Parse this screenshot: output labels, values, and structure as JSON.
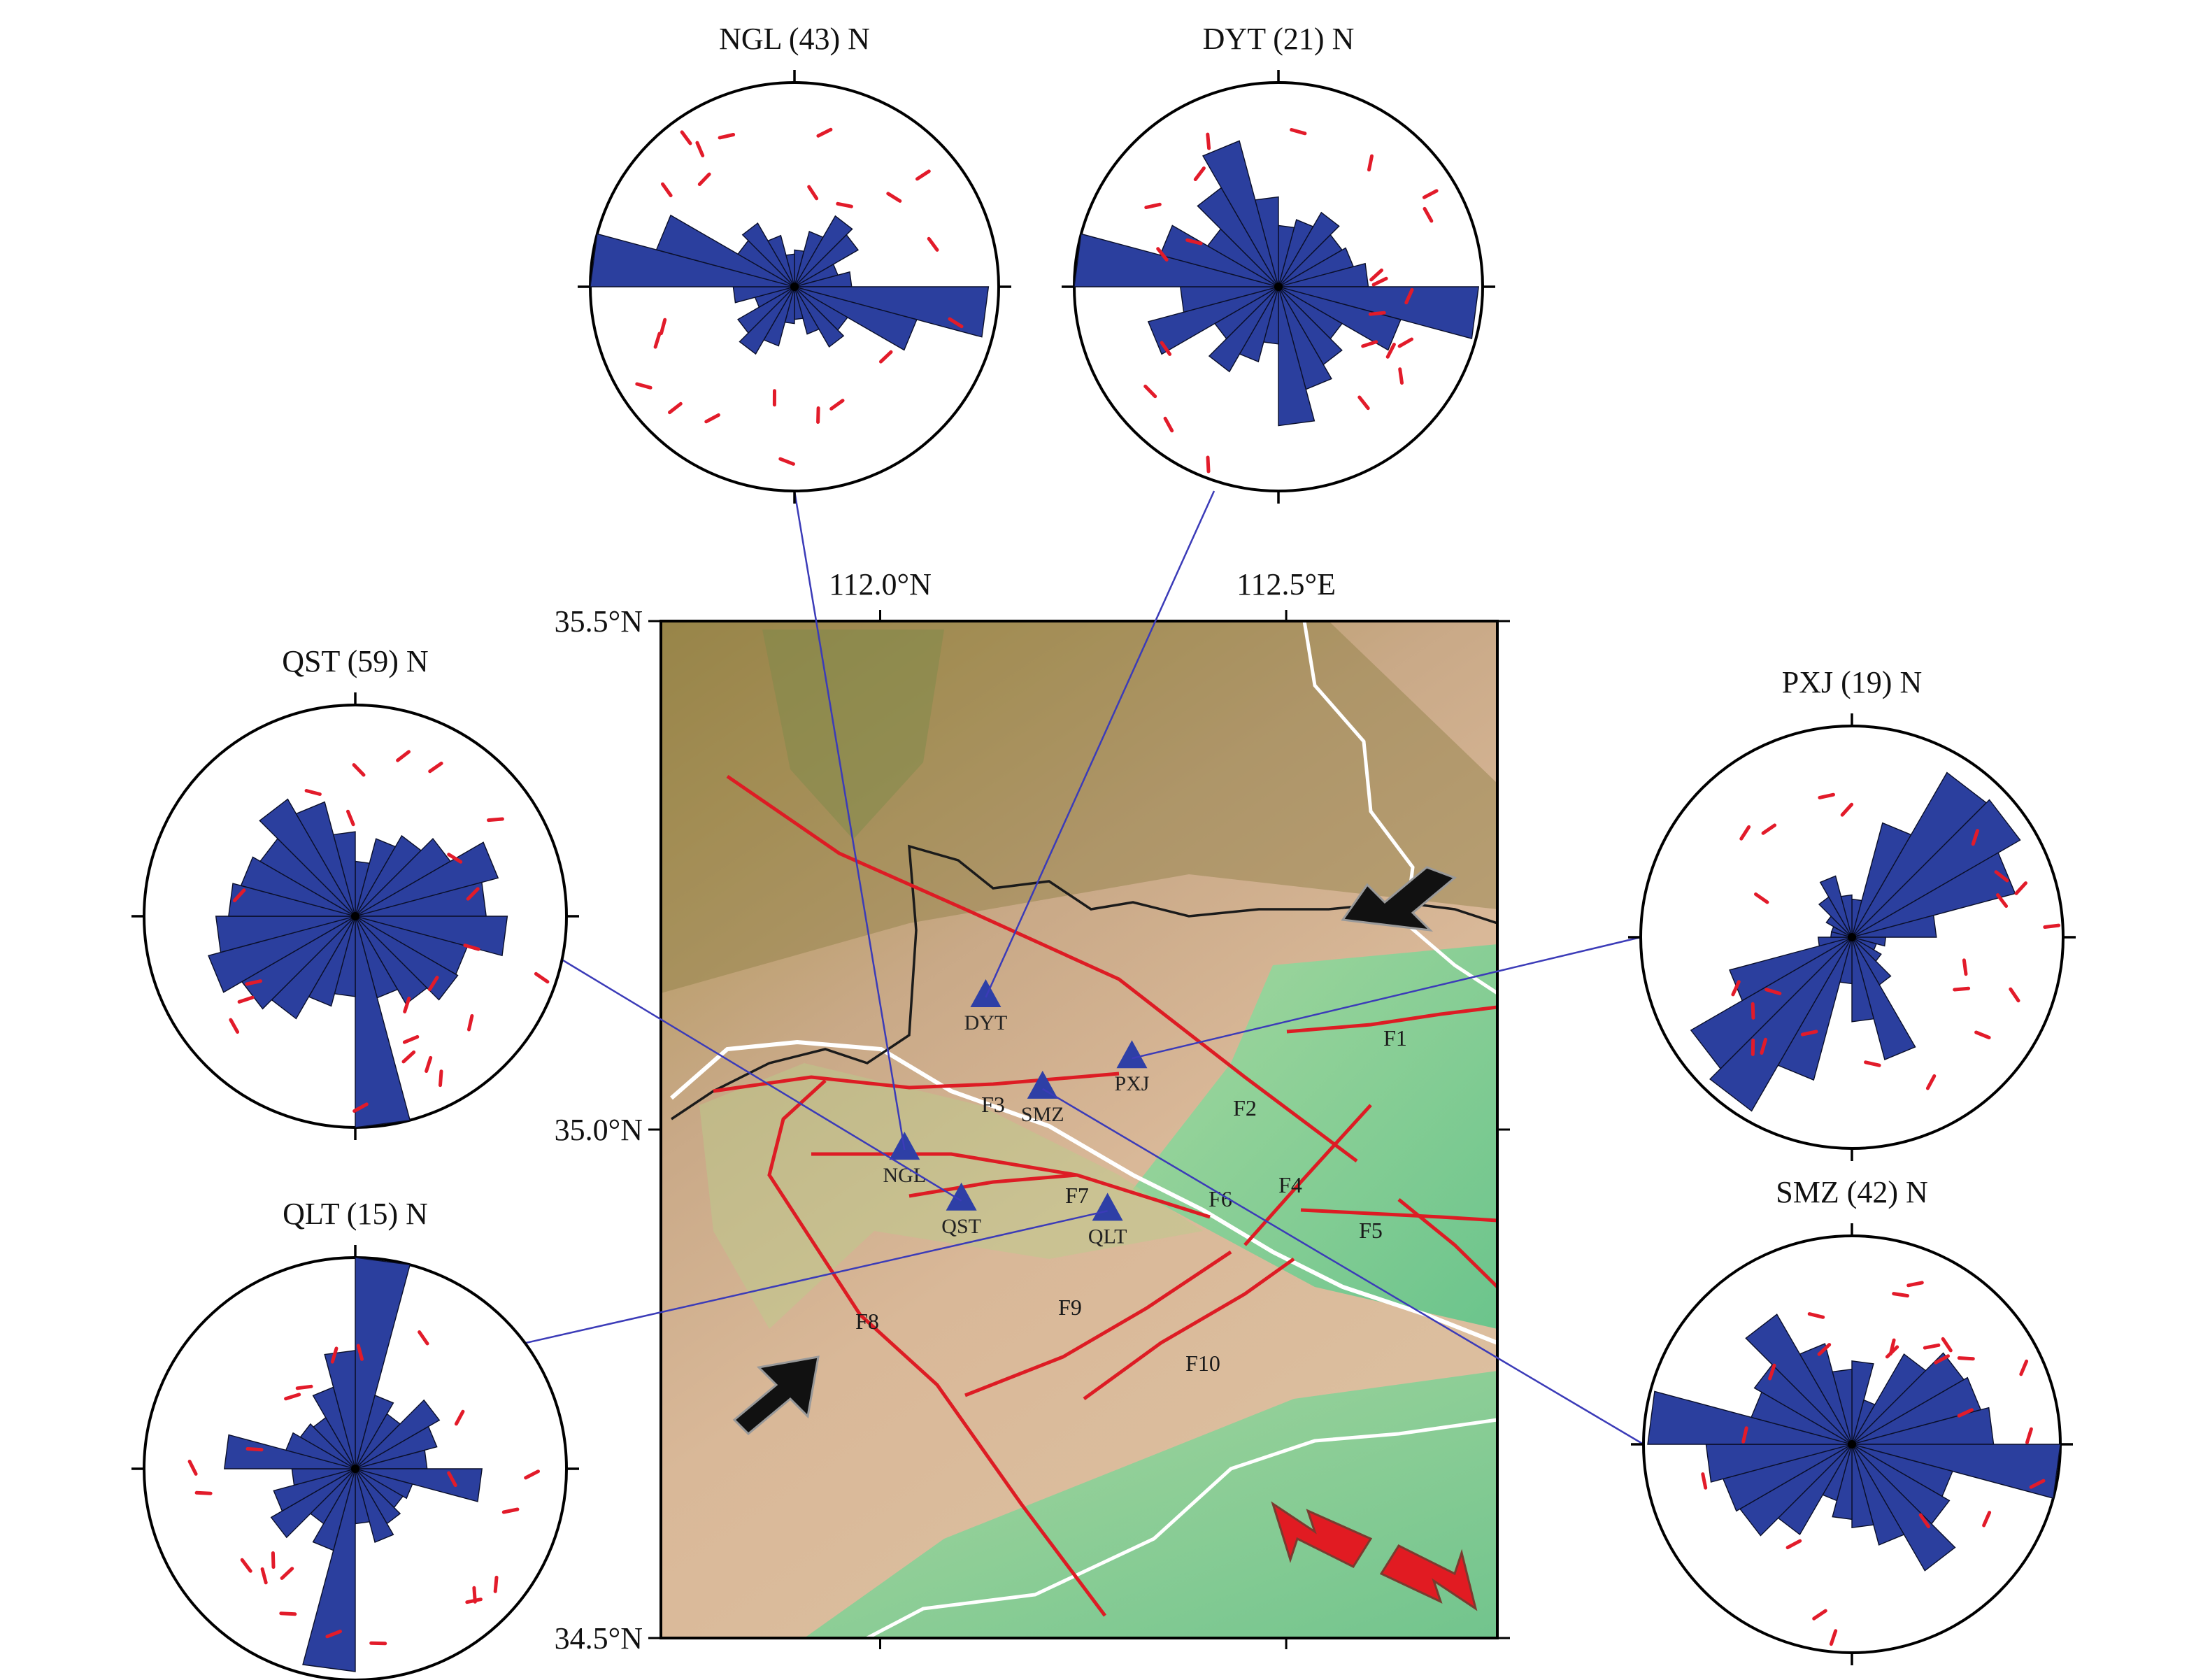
{
  "map": {
    "lon_ticks": [
      {
        "label": "112.0°N",
        "lon": 112.0
      },
      {
        "label": "112.5°E",
        "lon": 112.5
      }
    ],
    "lat_ticks": [
      {
        "label": "35.5°N",
        "lat": 35.5
      },
      {
        "label": "35.0°N",
        "lat": 35.0
      },
      {
        "label": "34.5°N",
        "lat": 34.5
      }
    ],
    "stations": [
      {
        "code": "NGL",
        "lon": 112.03,
        "lat": 34.98
      },
      {
        "code": "DYT",
        "lon": 112.13,
        "lat": 35.13
      },
      {
        "code": "PXJ",
        "lon": 112.31,
        "lat": 35.07
      },
      {
        "code": "SMZ",
        "lon": 112.2,
        "lat": 35.04
      },
      {
        "code": "QST",
        "lon": 112.1,
        "lat": 34.93
      },
      {
        "code": "QLT",
        "lon": 112.28,
        "lat": 34.92
      }
    ],
    "faults": [
      "F1",
      "F2",
      "F3",
      "F4",
      "F5",
      "F6",
      "F7",
      "F8",
      "F9",
      "F10"
    ]
  },
  "roses": [
    {
      "station": "NGL",
      "title": "NGL (43) N",
      "n": 43,
      "petals": [
        0.18,
        0.28,
        0.4,
        0.36,
        0.22,
        0.28,
        0.95,
        0.62,
        0.3,
        0.34,
        0.24,
        0.16,
        0.18,
        0.3,
        0.38,
        0.32,
        0.2,
        0.3,
        1.0,
        0.7,
        0.32,
        0.36,
        0.26,
        0.16
      ]
    },
    {
      "station": "DYT",
      "title": "DYT (21) N",
      "n": 21,
      "petals": [
        0.3,
        0.34,
        0.42,
        0.36,
        0.38,
        0.44,
        0.98,
        0.62,
        0.36,
        0.44,
        0.52,
        0.68,
        0.28,
        0.38,
        0.48,
        0.36,
        0.66,
        0.48,
        1.0,
        0.6,
        0.4,
        0.56,
        0.74,
        0.44
      ]
    },
    {
      "station": "QST",
      "title": "QST (59) N",
      "n": 59,
      "petals": [
        0.26,
        0.38,
        0.44,
        0.52,
        0.7,
        0.62,
        0.72,
        0.55,
        0.56,
        0.48,
        0.4,
        1.0,
        0.38,
        0.44,
        0.56,
        0.62,
        0.72,
        0.66,
        0.6,
        0.56,
        0.52,
        0.64,
        0.56,
        0.4
      ]
    },
    {
      "station": "PXJ",
      "title": "PXJ (19) N",
      "n": 19,
      "petals": [
        0.18,
        0.56,
        0.9,
        0.92,
        0.8,
        0.4,
        0.16,
        0.12,
        0.16,
        0.26,
        0.6,
        0.4,
        0.22,
        0.7,
        0.95,
        0.88,
        0.6,
        0.16,
        0.1,
        0.1,
        0.14,
        0.22,
        0.3,
        0.2
      ]
    },
    {
      "station": "QLT",
      "title": "QLT (15) N",
      "n": 15,
      "petals": [
        1.0,
        0.36,
        0.3,
        0.46,
        0.4,
        0.34,
        0.6,
        0.28,
        0.26,
        0.3,
        0.36,
        0.26,
        0.96,
        0.4,
        0.3,
        0.46,
        0.4,
        0.3,
        0.62,
        0.34,
        0.3,
        0.28,
        0.4,
        0.56
      ]
    },
    {
      "station": "SMZ",
      "title": "SMZ (42) N",
      "n": 42,
      "petals": [
        0.4,
        0.22,
        0.5,
        0.62,
        0.64,
        0.68,
        1.0,
        0.5,
        0.54,
        0.7,
        0.5,
        0.4,
        0.36,
        0.28,
        0.5,
        0.62,
        0.64,
        0.7,
        0.98,
        0.5,
        0.54,
        0.72,
        0.5,
        0.36
      ]
    }
  ],
  "colors": {
    "petal": "#2b3f9e",
    "petal_stroke": "#0a0f2a",
    "fault": "#dd1c24",
    "station": "#2e3fa6",
    "connector": "#3b3bb8",
    "measurement": "#e21b2a",
    "arrow_dark": "#111111",
    "arrow_red": "#e11b22"
  }
}
